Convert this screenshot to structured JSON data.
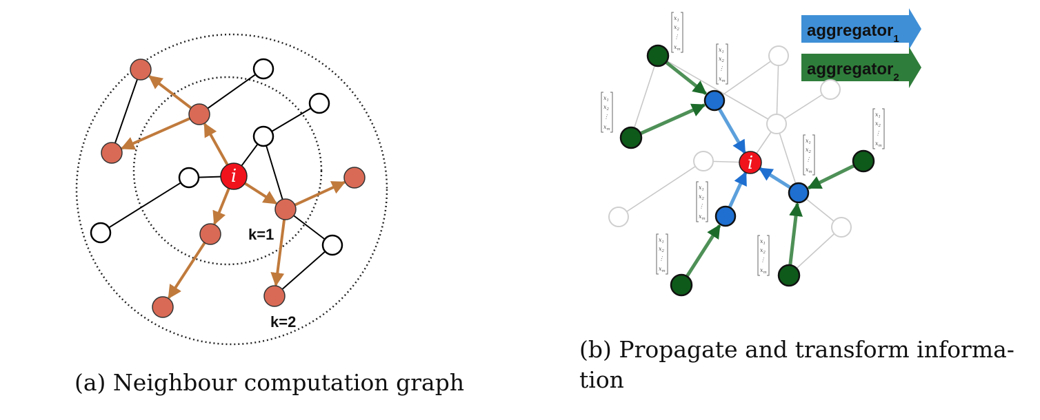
{
  "panel_a": {
    "caption": "(a) Neighbour computation graph",
    "center_label": "i",
    "inner_ring_label": "k=1",
    "outer_ring_label": "k=2",
    "colors": {
      "highlight_node": "#d96a55",
      "highlight_edge": "#c07a3c",
      "center": "#f0131c",
      "plain_node": "#ffffff",
      "edge": "#000000"
    }
  },
  "panel_b": {
    "caption_line1": "(b) Propagate and transform informa-",
    "caption_line2": "tion",
    "center_label": "i",
    "legend": [
      {
        "label": "aggregator",
        "subscript": "1",
        "color": "#3f8fd6"
      },
      {
        "label": "aggregator",
        "subscript": "2",
        "color": "#2f7d3a"
      }
    ],
    "feature_vector": {
      "entries": [
        "x",
        "x",
        "⋮",
        "x"
      ],
      "subscripts": [
        "1",
        "2",
        "",
        "m"
      ]
    },
    "colors": {
      "hop1_node": "#1e6fd0",
      "hop2_node": "#0e5a1a",
      "faded_node": "#cfcfcf",
      "center": "#f0131c"
    }
  }
}
